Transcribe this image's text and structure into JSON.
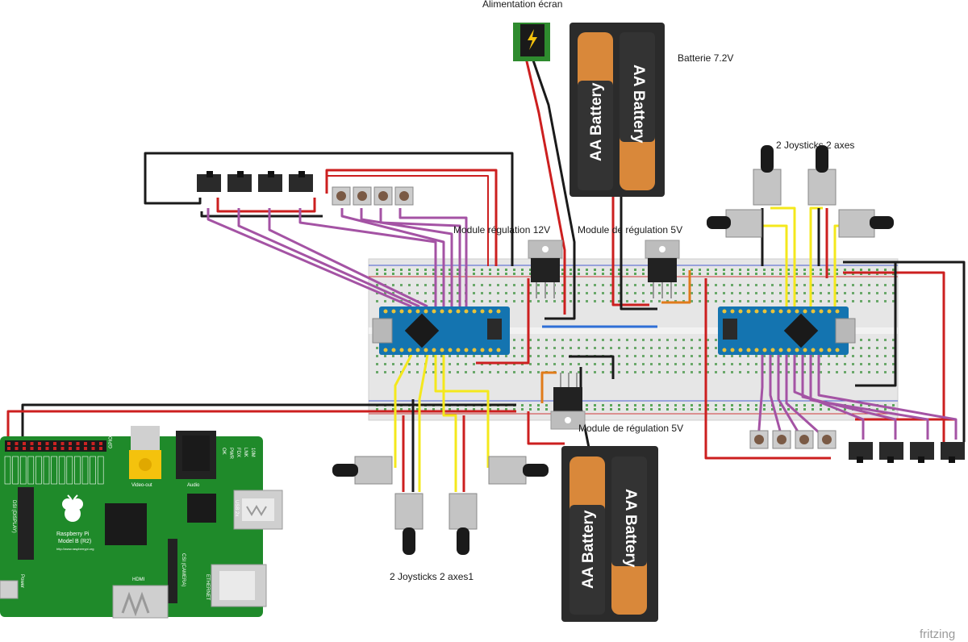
{
  "labels": {
    "screen_power": "Alimentation écran",
    "battery_top": "Batterie 7.2V",
    "reg_12v": "Module régulation 12V",
    "reg_5v_top": "Module de régulation 5V",
    "reg_5v_bottom": "Module de régulation 5V",
    "joysticks_right": "2 Joysticks 2 axes",
    "joysticks_left": "2 Joysticks 2 axes1",
    "battery_cell": "AA Battery",
    "pi_name": "Raspberry Pi",
    "pi_model": "Model B (R2)",
    "pi_url": "http://www.raspberrypi.org",
    "pi_video": "Video-out",
    "pi_audio": "Audio",
    "pi_hdmi": "HDMI",
    "pi_ethernet": "ETHERNET",
    "pi_usb": "USB 2x",
    "pi_power": "Power",
    "pi_gpio": "GPIO",
    "pi_display": "DSI (DISPLAY)",
    "pi_camera": "CSI (CAMERA)",
    "pi_leds": [
      "OK",
      "PWR",
      "FDX",
      "LNK",
      "10M"
    ],
    "brand": "fritzing"
  },
  "colors": {
    "wire_red": "#cc1f1f",
    "wire_black": "#1a1a1a",
    "wire_purple": "#a453a4",
    "wire_yellow": "#f4e81c",
    "wire_orange": "#e07b1a",
    "wire_blue": "#2f6fd6",
    "arduino": "#1474b0",
    "pi_green": "#1f8a2a",
    "breadboard": "#e8e8e8",
    "battery_orange": "#d9883a"
  }
}
